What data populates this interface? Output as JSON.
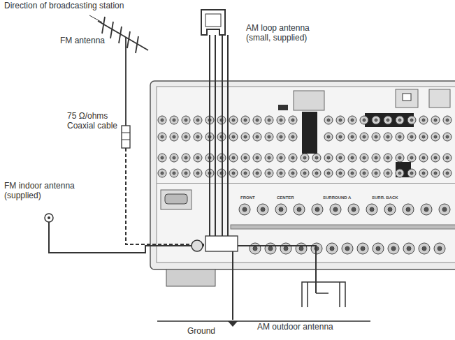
{
  "diagram": {
    "labels": [
      "Direction of broadcasting station",
      "FM antenna",
      "AM loop antenna (small, supplied)",
      "75 Ω/ohms Coaxial cable",
      "FM indoor antenna (supplied)",
      "Ground",
      "AM outdoor antenna",
      "FRONT",
      "CENTER",
      "SURROUND A",
      "SURR. BACK"
    ]
  }
}
